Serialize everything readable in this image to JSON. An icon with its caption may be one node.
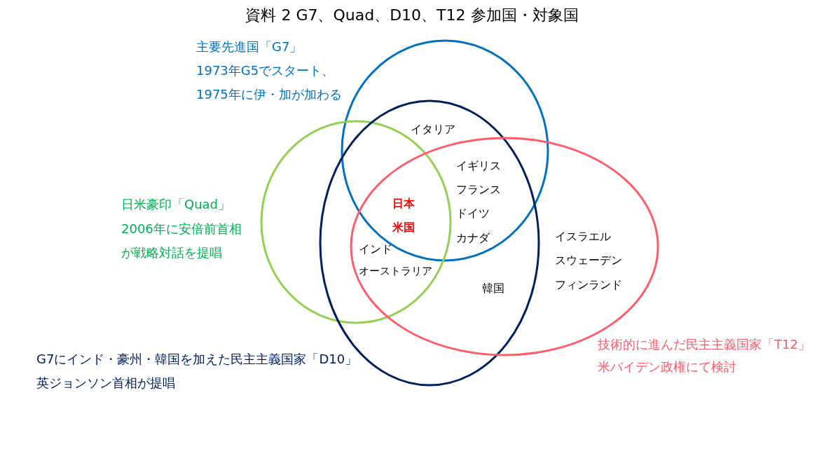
{
  "diagram": {
    "title": "資料 2 G7、Quad、D10、T12 参加国・対象国",
    "nodes": [
      {
        "text": [],
        "shape": "ellipse",
        "beside": [
          "主要先進国「G7」",
          "1973年G5でスタート、1975年に伊・加が加わる"
        ]
      },
      {
        "text": [],
        "shape": "ellipse",
        "beside": [
          "日米豪印「Quad」",
          "2006年に安倍前首相が戦略対話を提唱"
        ]
      },
      {
        "text": [],
        "shape": "ellipse",
        "beside": [
          "G7にインド・豪州・韓国を加えた民主主義国家「D10」",
          "英ジョンソン首相が提唱"
        ]
      },
      {
        "text": [],
        "shape": "ellipse",
        "beside": [
          "技術的に進んだ民主主義国家「T12」",
          "米バイデン政権にて検討"
        ]
      }
    ],
    "labels": [
      "イタリア",
      "イギリス",
      "フランス",
      "ドイツ",
      "カナダ",
      "日本",
      "米国",
      "インド",
      "オーストラリア",
      "イスラエル",
      "スウェーデン",
      "フィンランド",
      "韓国"
    ]
  }
}
